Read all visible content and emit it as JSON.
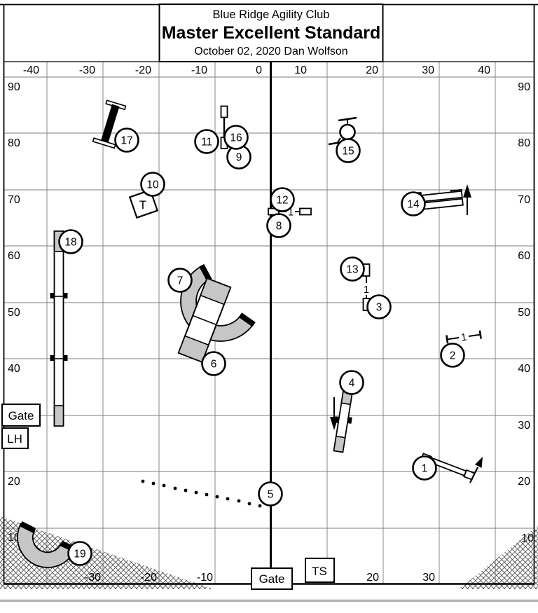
{
  "title": {
    "club": "Blue Ridge Agility Club",
    "course": "Master Excellent Standard",
    "date_judge": "October 02, 2020  Dan Wolfson"
  },
  "axis": {
    "top": [
      "-40",
      "-30",
      "-20",
      "-10",
      "0",
      "10",
      "20",
      "30",
      "40"
    ],
    "bottom": [
      "-30",
      "-20",
      "-10",
      "20",
      "30"
    ],
    "left": [
      "90",
      "80",
      "70",
      "60",
      "50",
      "40",
      "20",
      "10"
    ],
    "right": [
      "90",
      "80",
      "70",
      "60",
      "50",
      "40",
      "30",
      "20",
      "10"
    ]
  },
  "boxes": {
    "gate_left": "Gate",
    "lh": "LH",
    "gate_bottom": "Gate",
    "ts": "TS",
    "table": "T"
  },
  "bar_label": "1",
  "obstacles": [
    {
      "number": "1",
      "type": "winged jump"
    },
    {
      "number": "2",
      "type": "bar jump"
    },
    {
      "number": "3",
      "type": "winged jump"
    },
    {
      "number": "4",
      "type": "teeter"
    },
    {
      "number": "5",
      "type": "weave poles"
    },
    {
      "number": "6",
      "type": "a-frame"
    },
    {
      "number": "7",
      "type": "curved tunnel"
    },
    {
      "number": "8",
      "type": "winged jump"
    },
    {
      "number": "9",
      "type": "winged jump"
    },
    {
      "number": "10",
      "type": "pause table"
    },
    {
      "number": "11",
      "type": "winged jump"
    },
    {
      "number": "12",
      "type": "winged jump"
    },
    {
      "number": "13",
      "type": "winged jump"
    },
    {
      "number": "14",
      "type": "double jump"
    },
    {
      "number": "15",
      "type": "tire jump"
    },
    {
      "number": "16",
      "type": "winged jump"
    },
    {
      "number": "17",
      "type": "triple jump"
    },
    {
      "number": "18",
      "type": "dog walk"
    },
    {
      "number": "19",
      "type": "curved tunnel"
    }
  ],
  "colors": {
    "ink": "#000000",
    "grid_gray": "#7d7d7d",
    "obstacle_gray": "#c6c6c6",
    "hatch_gray": "#4a4a4a",
    "bottom_edge_gray": "#b3b3b3"
  }
}
